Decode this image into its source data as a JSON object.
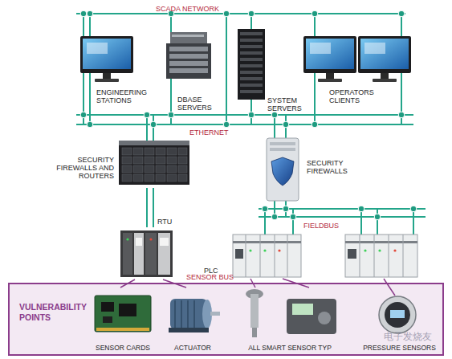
{
  "diagram": {
    "nodes": [
      {
        "text": [
          "ENGINEERING STATIONS"
        ]
      },
      {
        "text": [
          "DBASE SERVERS"
        ]
      },
      {
        "text": [
          "SYSTEM SERVERS"
        ]
      },
      {
        "text": [
          "OPERATORS CLIENTS"
        ]
      },
      {
        "text": [
          "SECURITY FIREWALLS AND ROUTERS"
        ]
      },
      {
        "text": [
          "SECURITY FIREWALLS"
        ]
      },
      {
        "text": [
          "RTU"
        ]
      },
      {
        "text": [
          "PLC"
        ]
      },
      {
        "text": [
          "VULNERABILITY POINTS"
        ]
      },
      {
        "text": [
          "SENSOR CARDS"
        ],
        "in": 8
      },
      {
        "text": [
          "ACTUATOR"
        ],
        "in": 8
      },
      {
        "text": [
          "ALL SMART SENSOR TYP"
        ],
        "in": 8
      },
      {
        "text": [
          "PRESSURE SENSORS"
        ],
        "in": 8
      }
    ],
    "edges": [
      {
        "from": 4,
        "to": 6,
        "arrow": "none"
      },
      {
        "from": 6,
        "to": 9,
        "arrow": "none"
      },
      {
        "from": 6,
        "to": 10,
        "arrow": "none"
      },
      {
        "from": 7,
        "to": 11,
        "arrow": "none"
      }
    ],
    "labels": [
      "SCADA NETWORK",
      "ETHERNET",
      "FIELDBUS",
      "SENSOR BUS",
      "电子发烧友"
    ]
  }
}
